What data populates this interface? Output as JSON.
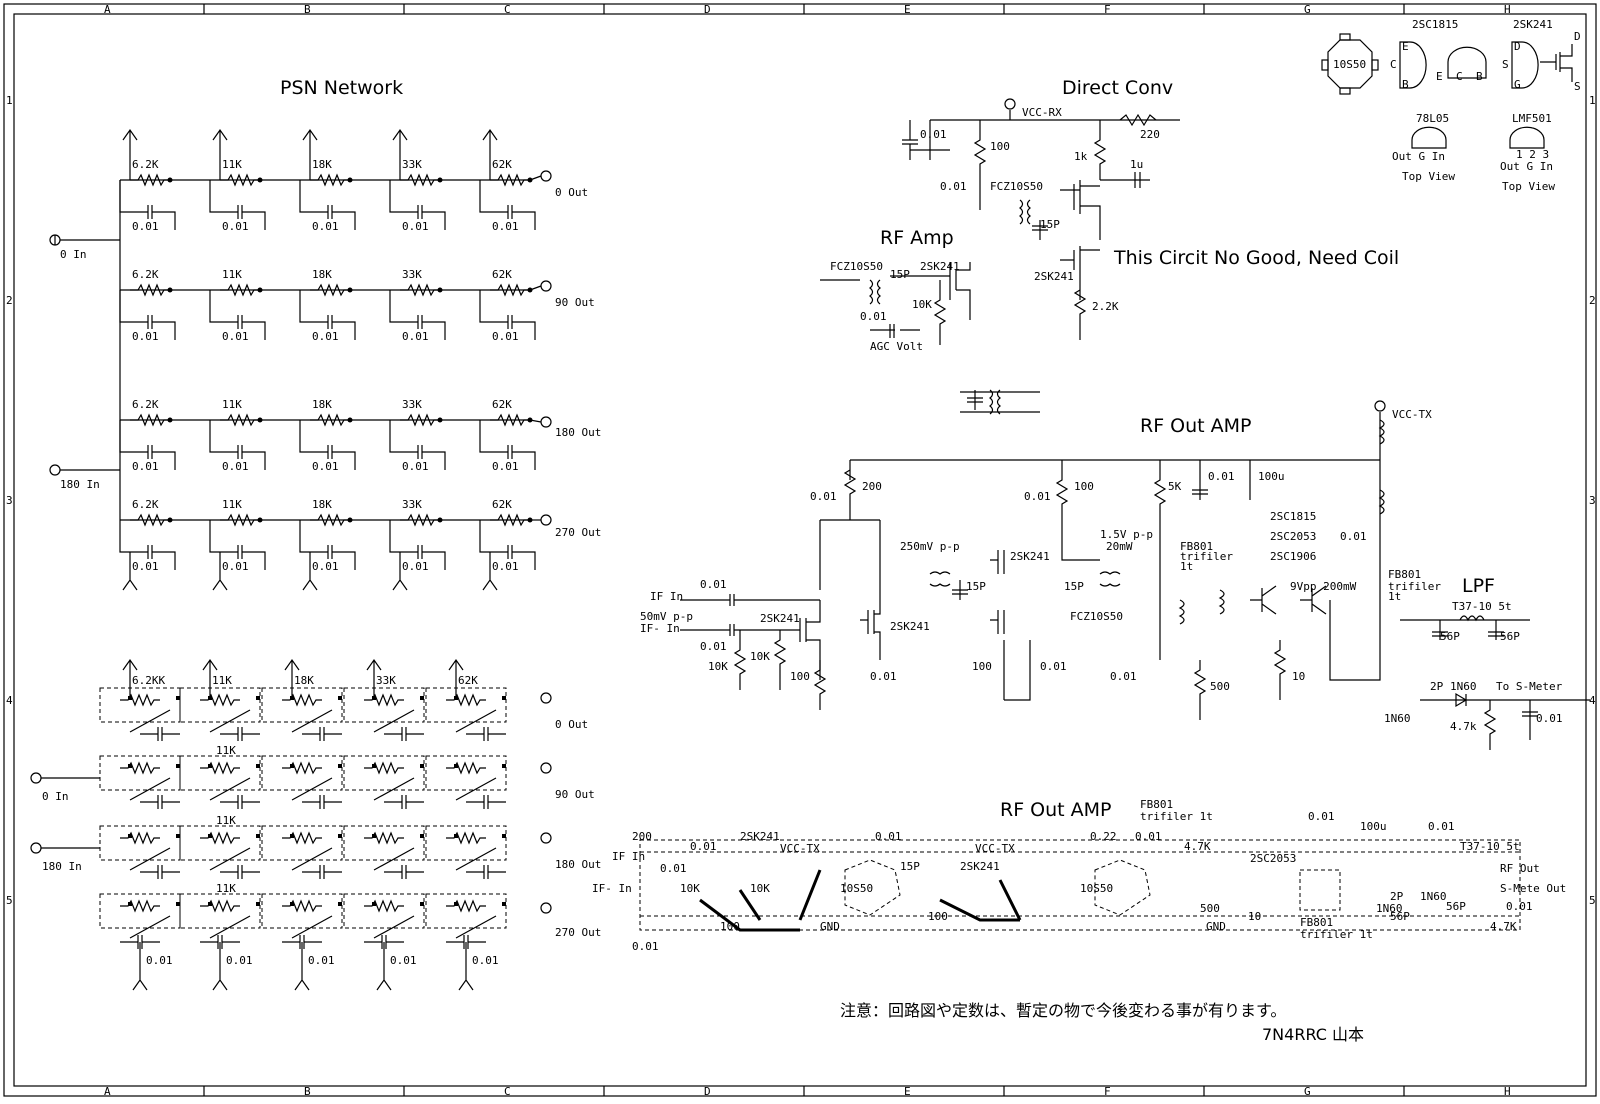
{
  "frame": {
    "columns": [
      "A",
      "B",
      "C",
      "D",
      "E",
      "F",
      "G",
      "H"
    ],
    "rows": [
      "1",
      "2",
      "3",
      "4",
      "5"
    ]
  },
  "psn": {
    "title": "PSN Network",
    "resistors": [
      "6.2K",
      "11K",
      "18K",
      "33K",
      "62K"
    ],
    "cap": "0.01",
    "inputs": [
      "0 In",
      "180 In"
    ],
    "outputs": [
      "0 Out",
      "90 Out",
      "180 Out",
      "270 Out"
    ]
  },
  "psn_layout": {
    "resistors": [
      "6.2KK",
      "11K",
      "18K",
      "33K",
      "62K"
    ],
    "inner_res": "11K",
    "cap": "0.01",
    "inputs": [
      "0 In",
      "180 In"
    ],
    "outputs": [
      "0 Out",
      "90 Out",
      "180 Out",
      "270 Out"
    ]
  },
  "legend": {
    "c1": "10S50",
    "c2": "2SC1815",
    "c3": "2SK241",
    "c4": "78L05",
    "c5": "LMF501",
    "pins_cbe": [
      "C",
      "E",
      "B",
      "E",
      "C",
      "B"
    ],
    "pins_dsg": [
      "D",
      "S",
      "G",
      "D",
      "S"
    ],
    "pins_78": "Out G  In",
    "pins_lmf_nums": "1  2  3",
    "pins_lmf": "Out G  In",
    "top_view": "Top View"
  },
  "direct_conv": {
    "title": "Direct Conv",
    "rf_amp": "RF Amp",
    "vcc": "VCC-RX",
    "r220": "220",
    "c001a": "0.01",
    "c001b": "0.01",
    "r100": "100",
    "r1k": "1k",
    "c1u": "1u",
    "coil1": "FCZ10S50",
    "coil2": "FCZ10S50",
    "c15p_a": "15P",
    "c15p_b": "15P",
    "fet": "2SK241",
    "fet2": "2SK241",
    "r10k": "10K",
    "c001c": "0.01",
    "agc": "AGC Volt",
    "r22k": "2.2K",
    "warning": "This Circit No Good, Need Coil"
  },
  "rf_out": {
    "title": "RF Out AMP",
    "vcc": "VCC-TX",
    "r200": "200",
    "c001a": "0.01",
    "r100a": "100",
    "c001b": "0.01",
    "r5k": "5K",
    "c001c": "0.01",
    "c100u": "100u",
    "sig1": "250mV p-p",
    "fet": "2SK241",
    "sig2": "1.5V p-p",
    "sig2b": "20mW",
    "fb": "FB801",
    "fb2": "trifiler",
    "fb3": "1t",
    "tr1": "2SC1815",
    "tr2": "2SC2053",
    "tr3": "2SC1906",
    "c001d": "0.01",
    "fb_b": "FB801",
    "fb_b2": "trifiler",
    "fb_b3": "1t",
    "lpf": "LPF",
    "t37": "T37-10 5t",
    "if_in": "IF In",
    "c001e": "0.01",
    "sig3": "50mV p-p",
    "if_minus": "IF- In",
    "c001f": "0.01",
    "fet_a": "2SK241",
    "fet_b": "2SK241",
    "r10k_a": "10K",
    "r10k_b": "10K",
    "r100b": "100",
    "c001g": "0.01",
    "c15p_a": "15P",
    "c15p_b": "15P",
    "coil": "FCZ10S50",
    "r100c": "100",
    "c001h": "0.01",
    "c001i": "0.01",
    "r500": "500",
    "r10": "10",
    "out_pwr": "9Vpp 200mW",
    "c56a": "56P",
    "c56b": "56P",
    "c2p": "2P",
    "d1n60": "1N60",
    "s_meter": "To S-Meter",
    "d1n60b": "1N60",
    "r47k": "4.7k",
    "c001j": "0.01"
  },
  "rf_out_layout": {
    "title": "RF Out AMP",
    "labels": [
      "200",
      "2SK241",
      "0.01",
      "VCC-TX",
      "0.01",
      "VCC-TX",
      "0.22",
      "0.01",
      "FB801",
      "trifiler 1t",
      "4.7K",
      "0.01",
      "100u",
      "0.01",
      "T37-10 5t",
      "IF In",
      "IF- In",
      "0.01",
      "10K",
      "10K",
      "100",
      "100",
      "GND",
      "GND",
      "10S50",
      "10S50",
      "15P",
      "2SK241",
      "2SC2053",
      "500",
      "10",
      "FB801",
      "trifiler 1t",
      "RF Out",
      "S-Mete Out",
      "1N60",
      "2P",
      "1N60",
      "56P",
      "56P",
      "0.01",
      "4.7K",
      "0.01"
    ]
  },
  "note": {
    "text": "注意：回路図や定数は、暫定の物で今後変わる事が有ります。",
    "author": "7N4RRC  山本"
  }
}
